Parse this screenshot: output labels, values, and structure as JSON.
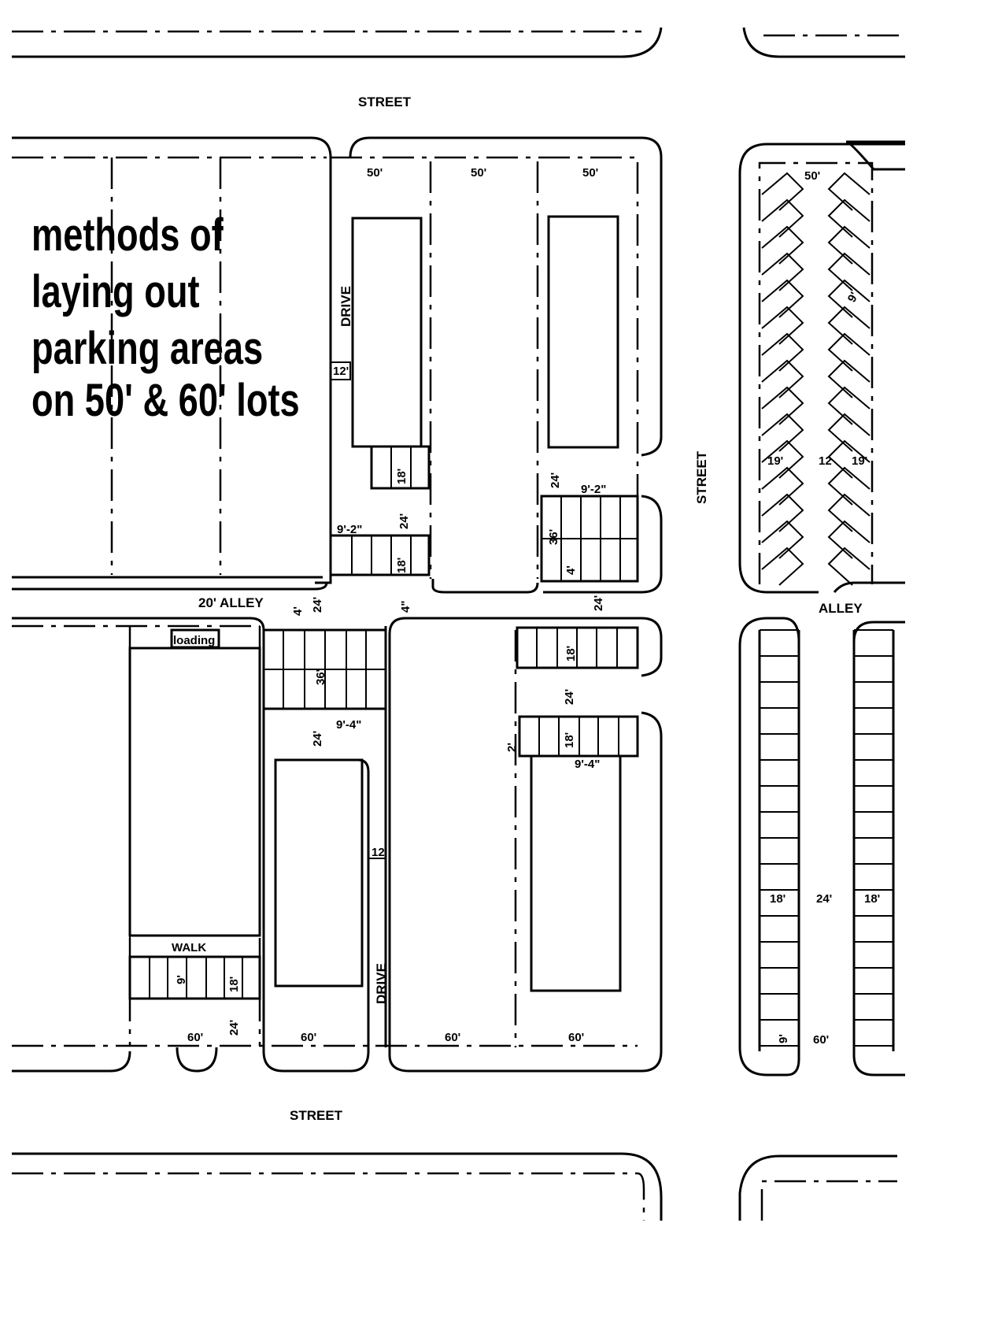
{
  "title": {
    "lines": [
      "methods of",
      "laying out",
      "parking areas",
      "on 50' & 60' lots"
    ]
  },
  "streets": {
    "top": "STREET",
    "right": "STREET",
    "bottom": "STREET"
  },
  "alleys": {
    "left": "20' ALLEY",
    "right": "ALLEY"
  },
  "drives": {
    "top": "DRIVE",
    "bottom": "DRIVE"
  },
  "labels": {
    "loading": "loading",
    "walk": "WALK",
    "lot50": "50'",
    "lot60": "60'",
    "d12p": "12'",
    "d12": "12",
    "d9_2": "9'-2\"",
    "d9_4": "9'-4\"",
    "d24": "24'",
    "d18": "18'",
    "d36": "36'",
    "d4p": "4'",
    "d4in": "4\"",
    "d19": "19'",
    "d9": "9'",
    "d2": "2'"
  }
}
